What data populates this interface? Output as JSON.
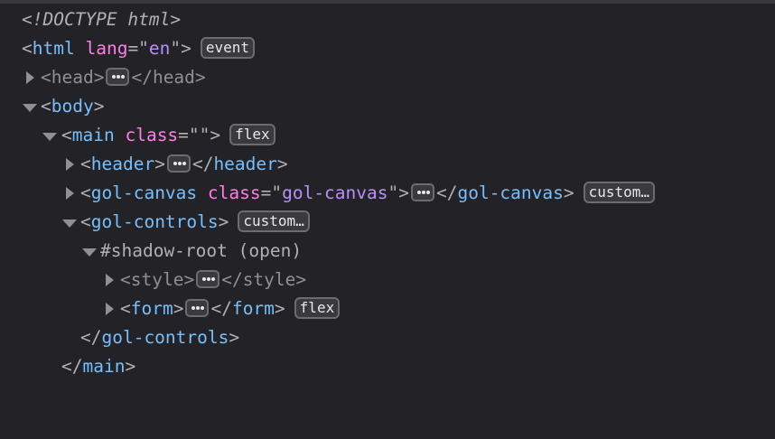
{
  "inspector": {
    "doctype": "<!DOCTYPE html>",
    "nodes": {
      "html": {
        "tag": "html",
        "attr_name": "lang",
        "attr_value": "en",
        "badge": "event"
      },
      "head": {
        "tag": "head",
        "state": "collapsed"
      },
      "body": {
        "tag": "body",
        "state": "expanded"
      },
      "main": {
        "tag": "main",
        "attr_name": "class",
        "attr_value": "",
        "badge": "flex",
        "state": "expanded"
      },
      "header": {
        "tag": "header",
        "state": "collapsed"
      },
      "gol_canvas": {
        "tag": "gol-canvas",
        "attr_name": "class",
        "attr_value": "gol-canvas",
        "badge": "custom…",
        "state": "collapsed"
      },
      "gol_controls": {
        "tag": "gol-controls",
        "badge": "custom…",
        "state": "expanded"
      },
      "shadow_root": {
        "label": "#shadow-root (open)",
        "state": "expanded"
      },
      "style": {
        "tag": "style",
        "state": "collapsed"
      },
      "form": {
        "tag": "form",
        "badge": "flex",
        "state": "collapsed"
      },
      "gol_controls_close": {
        "tag": "gol-controls"
      },
      "main_close": {
        "tag": "main"
      }
    },
    "colors": {
      "background": "#232327",
      "tag": "#75bfff",
      "attribute_name": "#ff7de9",
      "attribute_value": "#b98eff",
      "punctuation": "#b1b1b3",
      "dimmed": "#8f8f94"
    }
  }
}
